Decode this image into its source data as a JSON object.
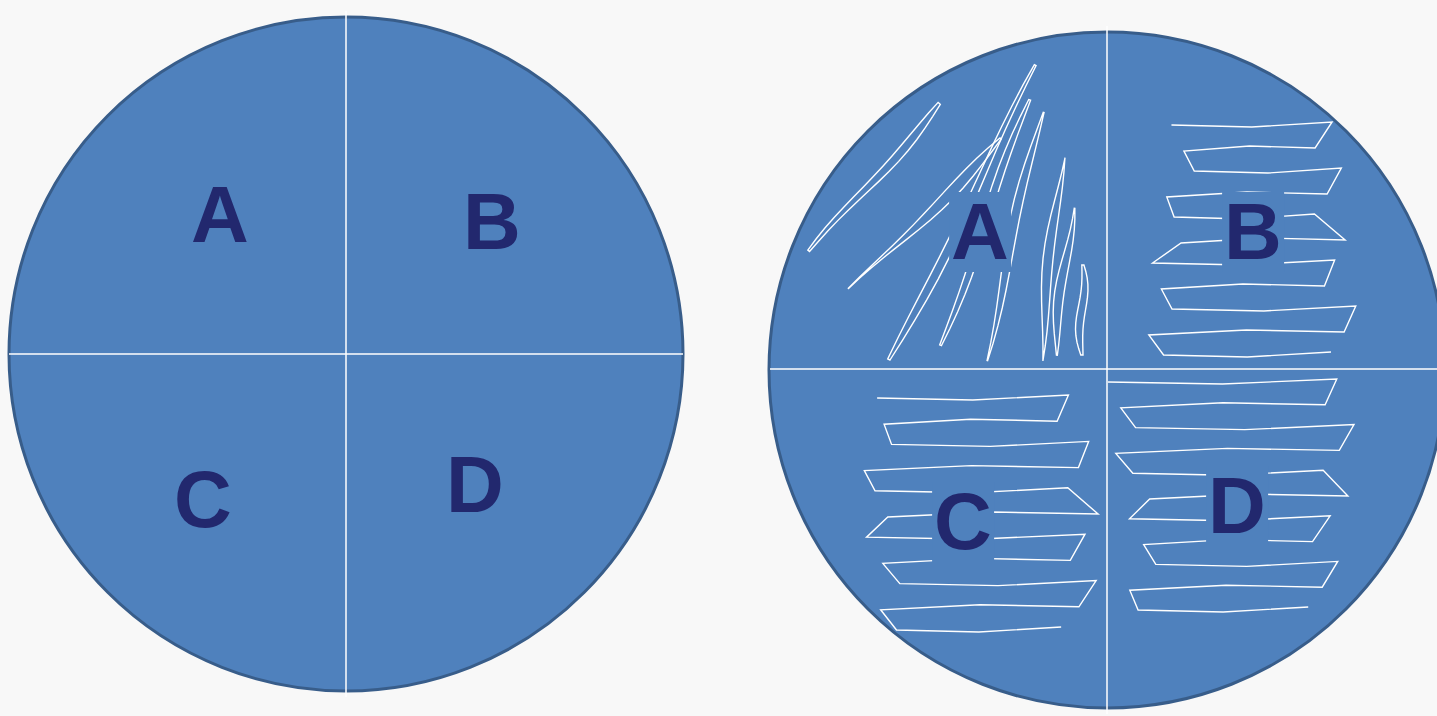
{
  "diagram": {
    "labels": [
      "A",
      "B",
      "C",
      "D",
      "A",
      "B",
      "C",
      "D"
    ]
  }
}
